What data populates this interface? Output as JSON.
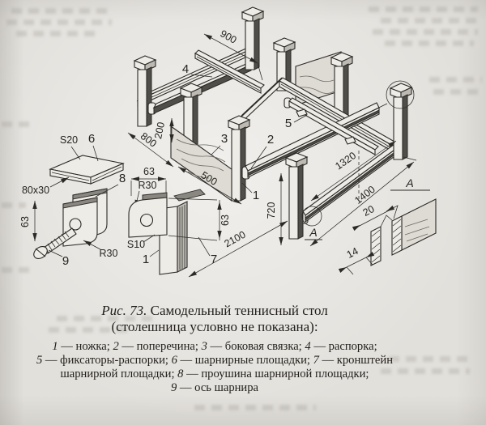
{
  "figure": {
    "fig_label": "Рис. 73.",
    "title": "Самодельный теннисный стол",
    "subtitle": "(столешница условно не показана):",
    "legend": [
      [
        {
          "i": "1"
        },
        {
          "t": " — ножка; "
        },
        {
          "i": "2"
        },
        {
          "t": " — поперечина; "
        },
        {
          "i": "3"
        },
        {
          "t": " — боковая связка; "
        },
        {
          "i": "4"
        },
        {
          "t": " — распорка;"
        }
      ],
      [
        {
          "i": "5"
        },
        {
          "t": " — фиксаторы-распорки; "
        },
        {
          "i": "6"
        },
        {
          "t": " — шарнирные площадки; "
        },
        {
          "i": "7"
        },
        {
          "t": " — кронштейн"
        }
      ],
      [
        {
          "t": "шарнирной площадки; "
        },
        {
          "i": "8"
        },
        {
          "t": " — проушина шарнирной площадки;"
        }
      ],
      [
        {
          "i": "9"
        },
        {
          "t": " — ось шарнира"
        }
      ]
    ]
  },
  "drawing": {
    "dims": {
      "spar_length": "900",
      "half_width": "800",
      "panel_height": "200",
      "panel_length": "500",
      "rail_span_inner": "1320",
      "rail_span_outer": "1400",
      "leg_height": "720",
      "overall_length": "2100",
      "notch_width": "20",
      "notch_thickness": "14",
      "plate_section": "80x30",
      "plate_thickness": "S20",
      "lug_height": "63",
      "lug_radius": "R30",
      "bracket_width": "63",
      "bracket_height": "63",
      "bracket_radius": "R30",
      "bracket_thickness": "S10"
    },
    "parts": {
      "p1": "1",
      "p2": "2",
      "p3": "3",
      "p4": "4",
      "p5": "5",
      "p6": "6",
      "p7": "7",
      "p8": "8",
      "p9": "9"
    },
    "detail_label": "A"
  }
}
